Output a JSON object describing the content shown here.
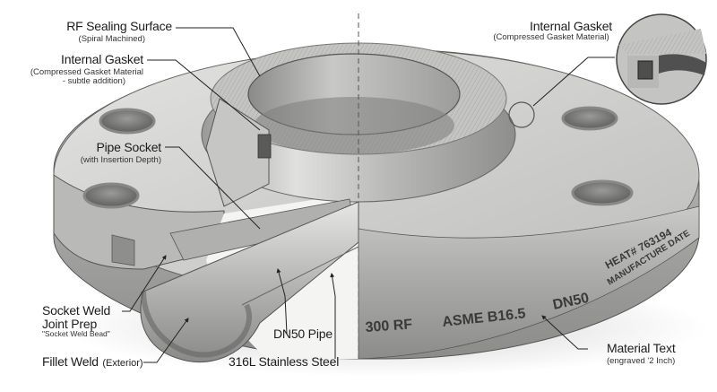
{
  "diagram": {
    "subject": "Socket Weld Flange cutaway illustration",
    "labels": {
      "rf_sealing": {
        "title": "RF Sealing Surface",
        "sub": "(Spiral Machined)"
      },
      "gasket_left": {
        "title": "Internal Gasket",
        "sub1": "(Compressed Gasket Material",
        "sub2": "- subtle addition)"
      },
      "pipe_socket": {
        "title": "Pipe Socket",
        "sub": "(with Insertion Depth)"
      },
      "socket_weld": {
        "title1": "Socket Weld",
        "title2": "Joint Prep",
        "sub": "\"Socket Weld Bead\""
      },
      "fillet_weld": {
        "title": "Fillet Weld",
        "sub": "(Exterior)"
      },
      "dn50_pipe": {
        "title": "DN50 Pipe"
      },
      "material": {
        "title": "316L Stainless Steel"
      },
      "gasket_right": {
        "title": "Internal Gasket",
        "sub": "(Compressed Gasket Material)"
      },
      "material_text": {
        "title": "Material Text",
        "sub": "(engraved '2 Inch)"
      }
    },
    "engraving": {
      "class": "300 RF",
      "standard": "ASME B16.5",
      "size": "DN50",
      "heat": "HEAT# 763194",
      "date": "MANUFACTURE DATE"
    },
    "colors": {
      "background": "#ffffff",
      "steel_light": "#d6d6d4",
      "steel_mid": "#b4b4b2",
      "steel_dark": "#7c7c7a",
      "hole_dark": "#6e6e6c",
      "gasket": "#5a5a58",
      "leader": "#222222"
    }
  }
}
